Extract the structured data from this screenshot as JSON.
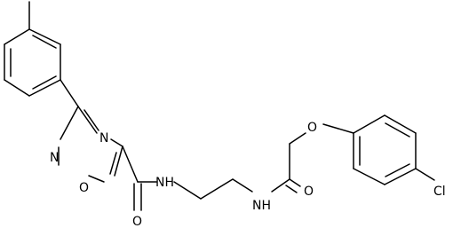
{
  "atoms": {
    "n_ring_upper": "N",
    "n_ring_lower": "N",
    "o_ring": "O",
    "nh_amide1": "NH",
    "o_carbonyl1": "O",
    "nh_amide2": "NH",
    "o_carbonyl2": "O",
    "o_ether": "O",
    "cl": "Cl"
  }
}
